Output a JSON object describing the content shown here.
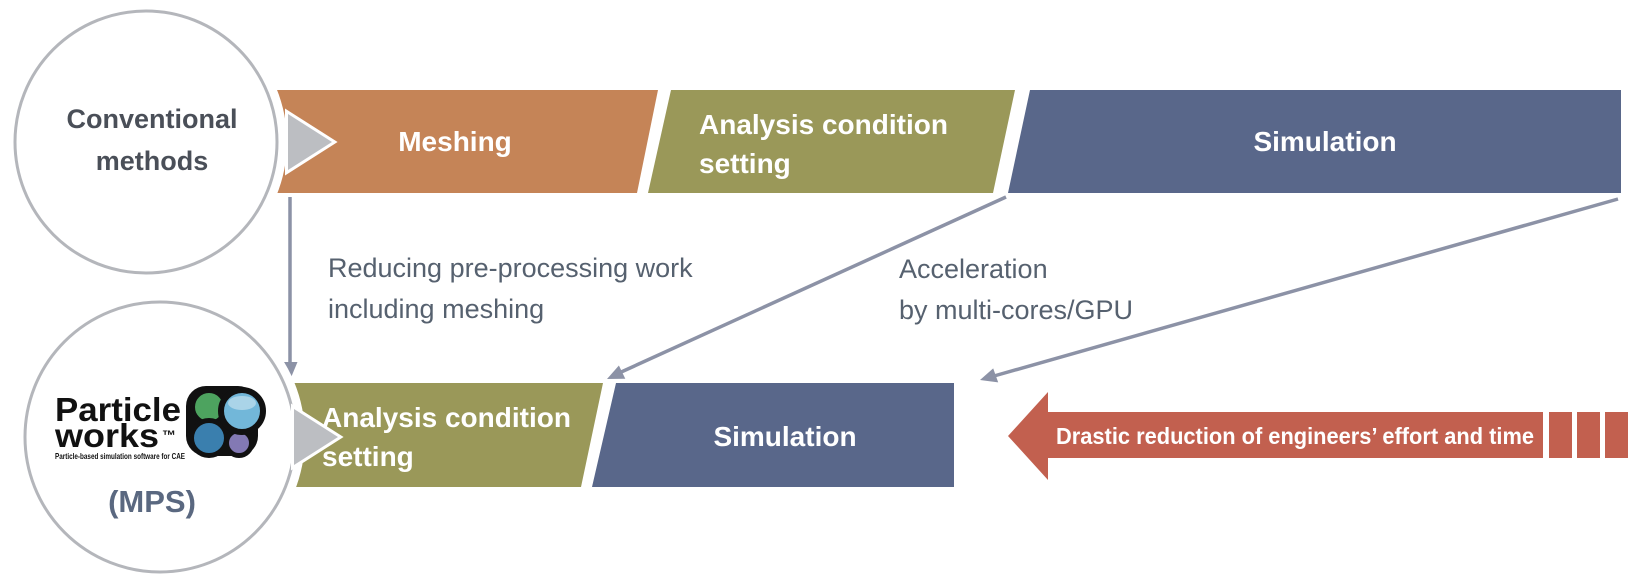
{
  "conventional_row": {
    "circle_label_line1": "Conventional",
    "circle_label_line2": "methods",
    "steps": [
      {
        "label": "Meshing"
      },
      {
        "label_line1": "Analysis condition",
        "label_line2": "setting"
      },
      {
        "label": "Simulation"
      }
    ]
  },
  "mps_row": {
    "logo": {
      "word1": "Particle",
      "word2": "works",
      "tm": "™",
      "tagline": "Particle-based simulation software for CAE"
    },
    "circle_label": "(MPS)",
    "steps": [
      {
        "label_line1": "Analysis condition",
        "label_line2": "setting"
      },
      {
        "label": "Simulation"
      }
    ]
  },
  "annotations": {
    "preprocessing_line1": "Reducing pre-processing work",
    "preprocessing_line2": "including meshing",
    "acceleration_line1": "Acceleration",
    "acceleration_line2": "by multi-cores/GPU"
  },
  "benefit": {
    "label": "Drastic reduction of engineers’ effort and time"
  },
  "colors": {
    "meshing_orange": "#c58457",
    "condition_olive": "#9a9859",
    "simulation_slate": "#59678a",
    "benefit_red": "#c2604f",
    "connector_gray": "#8c92a6",
    "circle_border_gray": "#b4b6bb",
    "annotation_text": "#56616f",
    "dark_label_text": "#4a4f58",
    "banner_text": "#ffffff"
  }
}
